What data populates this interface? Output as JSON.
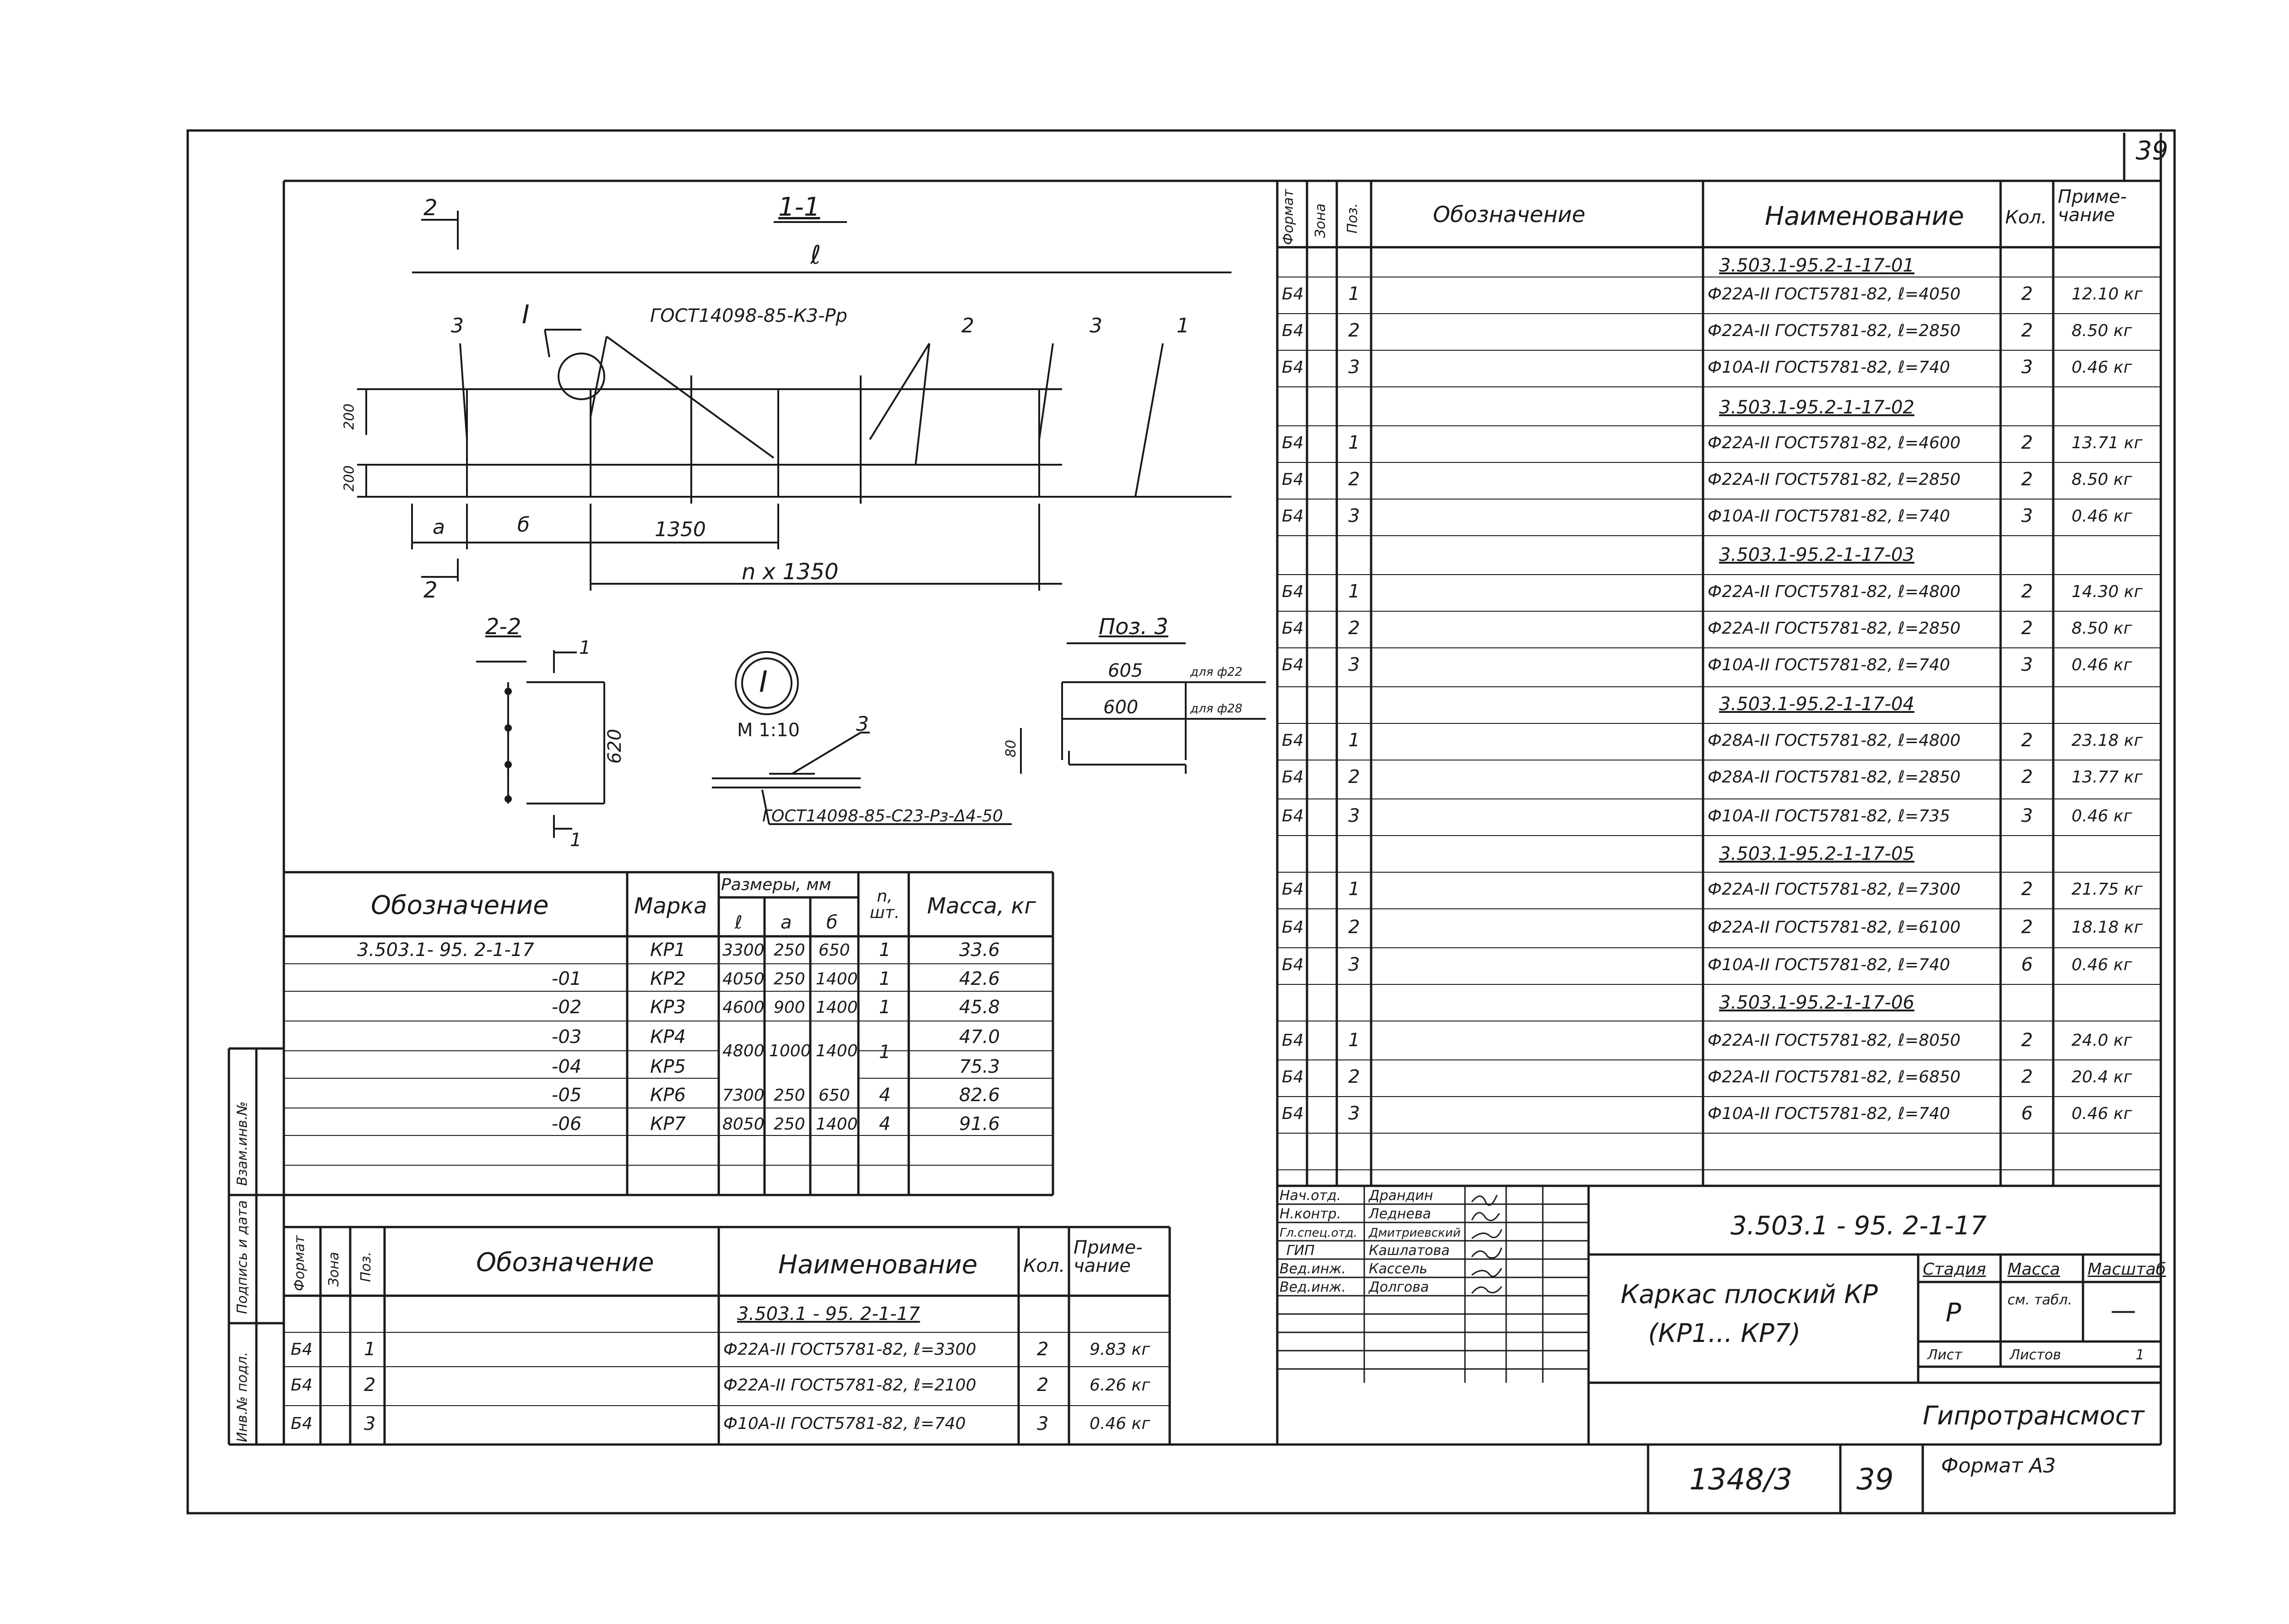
{
  "sheet": {
    "page_number": "39",
    "drawing_code": "3.503.1 - 95. 2-1-17",
    "title_line1": "Каркас плоский КР",
    "title_line2": "(КР1... КР7)",
    "organization": "Гипротрансмост",
    "archive_number": "1348/3",
    "archive_page": "39",
    "format": "Формат А3",
    "stage_header": "Стадия",
    "mass_header": "Масса",
    "scale_header": "Масштаб",
    "stage_value": "Р",
    "mass_value": "см. табл.",
    "scale_value": "—",
    "sheet_label": "Лист",
    "sheets_label": "Листов",
    "sheets_value": "1"
  },
  "signatures": [
    {
      "role": "Нач.отд.",
      "name": "Драндин"
    },
    {
      "role": "Н.контр.",
      "name": "Леднева"
    },
    {
      "role": "Гл.спец.отд.",
      "name": "Дмитриевский"
    },
    {
      "role": "ГИП",
      "name": "Кашлатова"
    },
    {
      "role": "Вед.инж.",
      "name": "Кассель"
    },
    {
      "role": "Вед.инж.",
      "name": "Долгова"
    }
  ],
  "side_stamp": [
    "Инв.№ подл.",
    "Подпись и дата",
    "Взам.инв.№"
  ],
  "drawing": {
    "section_11": "1-1",
    "section_22": "2-2",
    "cut_mark": "2",
    "cut_mark_1": "1",
    "dim_l": "ℓ",
    "dim_a": "а",
    "dim_b": "б",
    "dim_1350": "1350",
    "dim_nx1350": "n x 1350",
    "dim_200": "200",
    "dim_620": "620",
    "weld_note": "ГОСТ14098-85-К3-Рр",
    "weld_note2": "ГОСТ14098-85-С23-Рз-Δ4-50",
    "node_label": "I",
    "node_scale": "М 1:10",
    "pos1": "1",
    "pos2": "2",
    "pos3": "3",
    "poz3_title": "Поз. 3",
    "poz3_605": "605",
    "poz3_600": "600",
    "poz3_80": "80",
    "poz3_note22": "для ф22",
    "poz3_note28": "для ф28"
  },
  "marks_table": {
    "headers": {
      "designation": "Обозначение",
      "mark": "Марка",
      "sizes": "Размеры, мм",
      "l": "ℓ",
      "a": "а",
      "b": "б",
      "n": "n, шт.",
      "mass": "Масса, кг"
    },
    "rows": [
      {
        "designation": "3.503.1- 95. 2-1-17",
        "mark": "КР1",
        "l": "3300",
        "a": "250",
        "b": "650",
        "n": "1",
        "mass": "33.6"
      },
      {
        "designation": "-01",
        "mark": "КР2",
        "l": "4050",
        "a": "250",
        "b": "1400",
        "n": "1",
        "mass": "42.6"
      },
      {
        "designation": "-02",
        "mark": "КР3",
        "l": "4600",
        "a": "900",
        "b": "1400",
        "n": "1",
        "mass": "45.8"
      },
      {
        "designation": "-03",
        "mark": "КР4",
        "l": "4800",
        "a": "1000",
        "b": "1400",
        "n": "1",
        "mass": "47.0"
      },
      {
        "designation": "-04",
        "mark": "КР5",
        "l": "",
        "a": "",
        "b": "",
        "n": "",
        "mass": "75.3"
      },
      {
        "designation": "-05",
        "mark": "КР6",
        "l": "7300",
        "a": "250",
        "b": "650",
        "n": "4",
        "mass": "82.6"
      },
      {
        "designation": "-06",
        "mark": "КР7",
        "l": "8050",
        "a": "250",
        "b": "1400",
        "n": "4",
        "mass": "91.6"
      }
    ]
  },
  "spec_headers": {
    "format": "Формат",
    "zone": "Зона",
    "pos": "Поз.",
    "designation": "Обозначение",
    "name": "Наименование",
    "qty": "Кол.",
    "note": "Приме-чание"
  },
  "bottom_spec": {
    "group": "3.503.1 - 95. 2-1-17",
    "rows": [
      {
        "fmt": "Б4",
        "pos": "1",
        "name": "Ф22А-II ГОСТ5781-82, ℓ=3300",
        "qty": "2",
        "note": "9.83 кг"
      },
      {
        "fmt": "Б4",
        "pos": "2",
        "name": "Ф22А-II ГОСТ5781-82, ℓ=2100",
        "qty": "2",
        "note": "6.26 кг"
      },
      {
        "fmt": "Б4",
        "pos": "3",
        "name": "Ф10А-II ГОСТ5781-82, ℓ=740",
        "qty": "3",
        "note": "0.46 кг"
      }
    ]
  },
  "right_spec": [
    {
      "group": "3.503.1-95.2-1-17-01",
      "rows": [
        {
          "fmt": "Б4",
          "pos": "1",
          "name": "Ф22А-II ГОСТ5781-82, ℓ=4050",
          "qty": "2",
          "note": "12.10 кг"
        },
        {
          "fmt": "Б4",
          "pos": "2",
          "name": "Ф22А-II ГОСТ5781-82, ℓ=2850",
          "qty": "2",
          "note": "8.50 кг"
        },
        {
          "fmt": "Б4",
          "pos": "3",
          "name": "Ф10А-II ГОСТ5781-82, ℓ=740",
          "qty": "3",
          "note": "0.46 кг"
        }
      ]
    },
    {
      "group": "3.503.1-95.2-1-17-02",
      "rows": [
        {
          "fmt": "Б4",
          "pos": "1",
          "name": "Ф22А-II ГОСТ5781-82, ℓ=4600",
          "qty": "2",
          "note": "13.71 кг"
        },
        {
          "fmt": "Б4",
          "pos": "2",
          "name": "Ф22А-II ГОСТ5781-82, ℓ=2850",
          "qty": "2",
          "note": "8.50 кг"
        },
        {
          "fmt": "Б4",
          "pos": "3",
          "name": "Ф10А-II ГОСТ5781-82, ℓ=740",
          "qty": "3",
          "note": "0.46 кг"
        }
      ]
    },
    {
      "group": "3.503.1-95.2-1-17-03",
      "rows": [
        {
          "fmt": "Б4",
          "pos": "1",
          "name": "Ф22А-II ГОСТ5781-82, ℓ=4800",
          "qty": "2",
          "note": "14.30 кг"
        },
        {
          "fmt": "Б4",
          "pos": "2",
          "name": "Ф22А-II ГОСТ5781-82, ℓ=2850",
          "qty": "2",
          "note": "8.50 кг"
        },
        {
          "fmt": "Б4",
          "pos": "3",
          "name": "Ф10А-II ГОСТ5781-82, ℓ=740",
          "qty": "3",
          "note": "0.46 кг"
        }
      ]
    },
    {
      "group": "3.503.1-95.2-1-17-04",
      "rows": [
        {
          "fmt": "Б4",
          "pos": "1",
          "name": "Ф28А-II ГОСТ5781-82, ℓ=4800",
          "qty": "2",
          "note": "23.18 кг"
        },
        {
          "fmt": "Б4",
          "pos": "2",
          "name": "Ф28А-II ГОСТ5781-82, ℓ=2850",
          "qty": "2",
          "note": "13.77 кг"
        },
        {
          "fmt": "Б4",
          "pos": "3",
          "name": "Ф10А-II ГОСТ5781-82, ℓ=735",
          "qty": "3",
          "note": "0.46 кг"
        }
      ]
    },
    {
      "group": "3.503.1-95.2-1-17-05",
      "rows": [
        {
          "fmt": "Б4",
          "pos": "1",
          "name": "Ф22А-II ГОСТ5781-82, ℓ=7300",
          "qty": "2",
          "note": "21.75 кг"
        },
        {
          "fmt": "Б4",
          "pos": "2",
          "name": "Ф22А-II ГОСТ5781-82, ℓ=6100",
          "qty": "2",
          "note": "18.18 кг"
        },
        {
          "fmt": "Б4",
          "pos": "3",
          "name": "Ф10А-II ГОСТ5781-82, ℓ=740",
          "qty": "6",
          "note": "0.46 кг"
        }
      ]
    },
    {
      "group": "3.503.1-95.2-1-17-06",
      "rows": [
        {
          "fmt": "Б4",
          "pos": "1",
          "name": "Ф22А-II ГОСТ5781-82, ℓ=8050",
          "qty": "2",
          "note": "24.0 кг"
        },
        {
          "fmt": "Б4",
          "pos": "2",
          "name": "Ф22А-II ГОСТ5781-82, ℓ=6850",
          "qty": "2",
          "note": "20.4 кг"
        },
        {
          "fmt": "Б4",
          "pos": "3",
          "name": "Ф10А-II ГОСТ5781-82, ℓ=740",
          "qty": "6",
          "note": "0.46 кг"
        }
      ]
    }
  ]
}
